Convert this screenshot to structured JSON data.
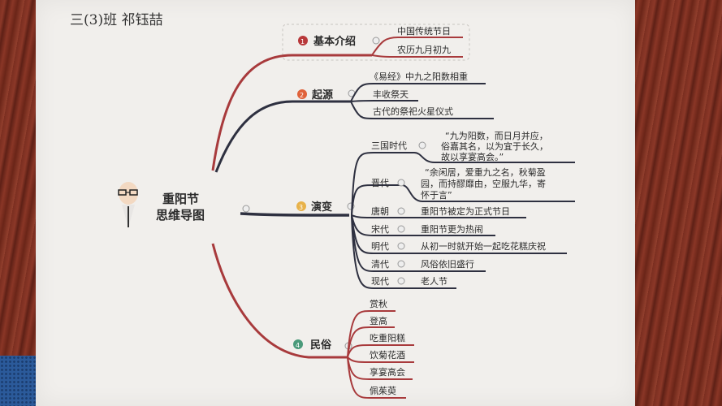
{
  "handwriting": "三(3)班 祁钰喆",
  "center": {
    "line1": "重阳节",
    "line2": "思维导图"
  },
  "branches": [
    {
      "num": "1",
      "title": "基本介绍",
      "color": "#b8383a",
      "items": [
        "中国传统节日",
        "农历九月初九"
      ]
    },
    {
      "num": "2",
      "title": "起源",
      "color": "#e0623a",
      "items": [
        "《易经》中九之阳数相重",
        "丰收祭天",
        "古代的祭祀火星仪式"
      ]
    },
    {
      "num": "3",
      "title": "演变",
      "color": "#e8b24a",
      "items": [
        {
          "era": "三国时代",
          "text": [
            "“九为阳数，而日月并应，",
            "俗嘉其名，以为宜于长久，",
            "故以享宴高会。”"
          ]
        },
        {
          "era": "晋代",
          "text": [
            "“余闲居，爱重九之名，秋菊盈",
            "园，而持醪靡由，空服九华，寄",
            "怀于言”"
          ]
        },
        {
          "era": "唐朝",
          "text": [
            "重阳节被定为正式节日"
          ]
        },
        {
          "era": "宋代",
          "text": [
            "重阳节更为热闹"
          ]
        },
        {
          "era": "明代",
          "text": [
            "从初一时就开始一起吃花糕庆祝"
          ]
        },
        {
          "era": "清代",
          "text": [
            "风俗依旧盛行"
          ]
        },
        {
          "era": "现代",
          "text": [
            "老人节"
          ]
        }
      ]
    },
    {
      "num": "4",
      "title": "民俗",
      "color": "#4a9a7a",
      "items": [
        "赏秋",
        "登高",
        "吃重阳糕",
        "饮菊花酒",
        "享宴高会",
        "佩茱萸"
      ]
    }
  ],
  "colors": {
    "red_branch": "#a83a3c",
    "dark_branch": "#2e3040",
    "paper": "#f1efec"
  }
}
